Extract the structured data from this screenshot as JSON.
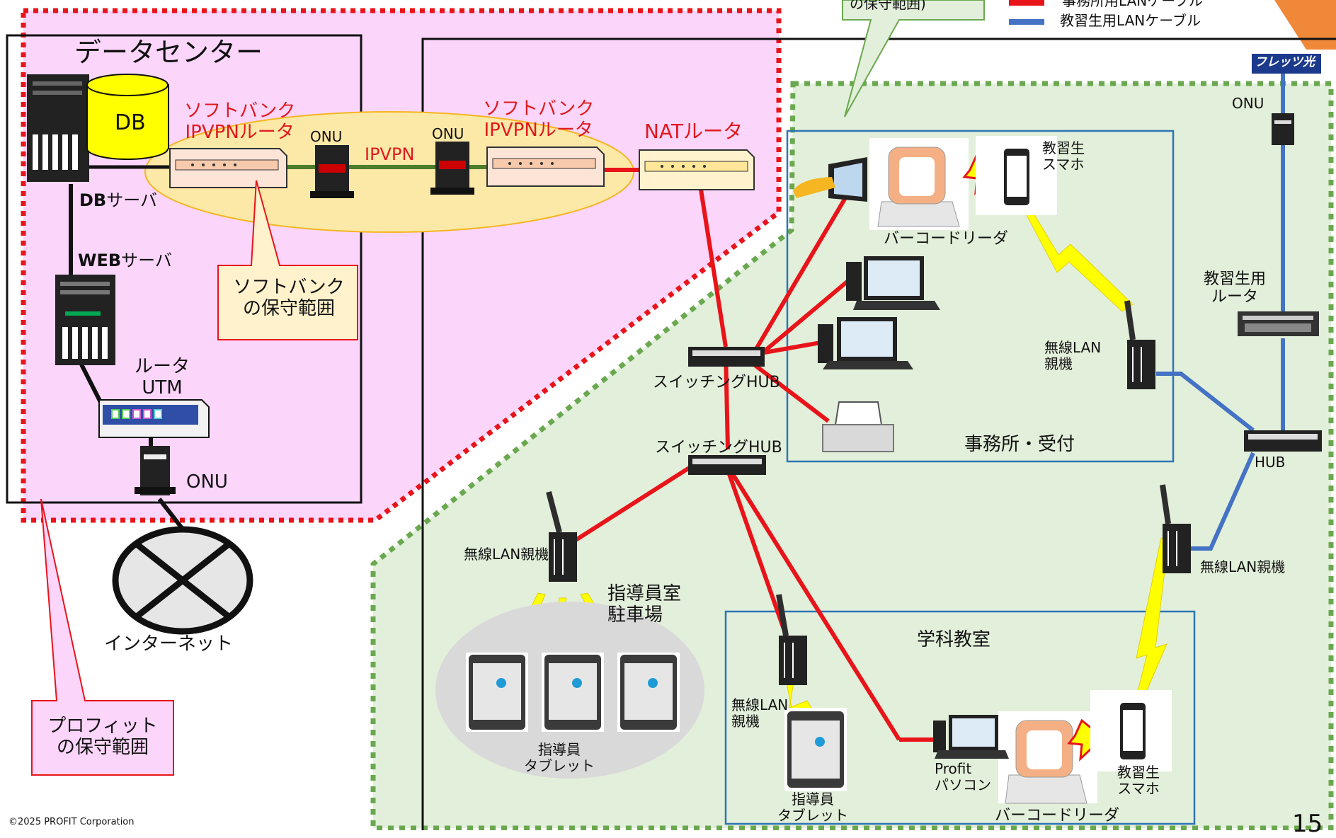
{
  "legend": {
    "office_cable": "事務所用LANケーブル",
    "trainee_cable": "教習生用LANケーブル",
    "partial_callout": "の保守範囲)",
    "flets": "フレッツ光"
  },
  "datacenter": {
    "title": "データセンター",
    "db": "DB",
    "db_server_bold": "DB",
    "db_server": "サーバ",
    "web_server_bold": "WEB",
    "web_server": "サーバ",
    "router_utm": [
      "ルータ",
      "UTM"
    ],
    "onu": "ONU"
  },
  "ipvpn": {
    "sb_router_left": [
      "ソフトバンク",
      "IPVPNルータ"
    ],
    "sb_router_right": [
      "ソフトバンク",
      "IPVPNルータ"
    ],
    "onu_left": "ONU",
    "onu_right": "ONU",
    "ipvpn": "IPVPN",
    "nat_router": "NATルータ"
  },
  "callouts": {
    "softbank": [
      "ソフトバンク",
      "の保守範囲"
    ],
    "profit": [
      "プロフィット",
      "の保守範囲"
    ]
  },
  "internet": "インターネット",
  "office": {
    "title": "事務所・受付",
    "barcode_reader": "バーコードリーダ",
    "trainee_phone": [
      "教習生",
      "スマホ"
    ],
    "wireless": [
      "無線LAN",
      "親機"
    ]
  },
  "hubs": {
    "switch_top": "スイッチングHUB",
    "switch_bottom": "スイッチングHUB",
    "hub": "HUB"
  },
  "right": {
    "onu": "ONU",
    "trainee_router": [
      "教習生用",
      "ルータ"
    ],
    "wireless": "無線LAN親機"
  },
  "parking": {
    "wireless": "無線LAN親機",
    "title": [
      "指導員室",
      "駐車場"
    ],
    "tablets": [
      "指導員",
      "タブレット"
    ]
  },
  "classroom": {
    "title": "学科教室",
    "wireless": [
      "無線LAN",
      "親機"
    ],
    "tablet": [
      "指導員",
      "タブレット"
    ],
    "pc": [
      "Profit",
      "パソコン"
    ],
    "barcode_reader": "バーコードリーダ",
    "trainee_phone": [
      "教習生",
      "スマホ"
    ]
  },
  "footer": {
    "copyright": "©2025 PROFIT Corporation",
    "page": "15"
  },
  "colors": {
    "office_cable": "#e8141a",
    "trainee_cable": "#4472c4",
    "vpn_link": "#4e7d2c",
    "profit_area": "#fcd5fb",
    "branch_area": "#e2efda",
    "green_dots": "#6aa84f",
    "red_dots": "#e8141a"
  }
}
